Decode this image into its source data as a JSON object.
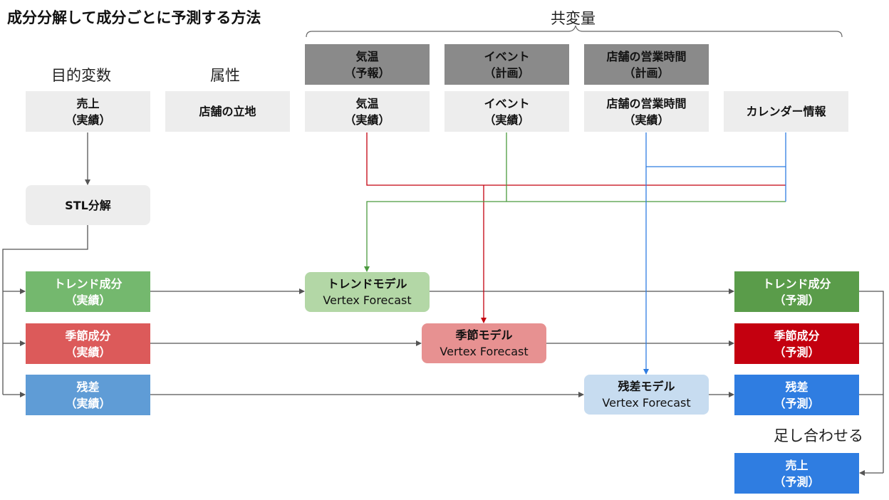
{
  "title": "成分分解して成分ごとに予測する方法",
  "headings": {
    "target": "目的変数",
    "attribute": "属性",
    "covariates": "共変量",
    "sum": "足し合わせる"
  },
  "future_covariates": {
    "temp": {
      "line1": "気温",
      "line2": "（予報）"
    },
    "event": {
      "line1": "イベント",
      "line2": "（計画）"
    },
    "hours": {
      "line1": "店舗の営業時間",
      "line2": "（計画）"
    }
  },
  "inputs": {
    "sales": {
      "line1": "売上",
      "line2": "（実績）"
    },
    "location": {
      "line1": "店舗の立地"
    },
    "temp": {
      "line1": "気温",
      "line2": "（実績）"
    },
    "event": {
      "line1": "イベント",
      "line2": "（実績）"
    },
    "hours": {
      "line1": "店舗の営業時間",
      "line2": "（実績）"
    },
    "calendar": {
      "line1": "カレンダー情報"
    }
  },
  "stl": {
    "label": "STL分解"
  },
  "components": {
    "trend": {
      "line1": "トレンド成分",
      "line2": "（実績）"
    },
    "seasonal": {
      "line1": "季節成分",
      "line2": "（実績）"
    },
    "residual": {
      "line1": "残差",
      "line2": "（実績）"
    }
  },
  "models": {
    "trend": {
      "name": "トレンドモデル",
      "engine": "Vertex Forecast"
    },
    "seasonal": {
      "name": "季節モデル",
      "engine": "Vertex Forecast"
    },
    "residual": {
      "name": "残差モデル",
      "engine": "Vertex Forecast"
    }
  },
  "predictions": {
    "trend": {
      "line1": "トレンド成分",
      "line2": "（予測）"
    },
    "seasonal": {
      "line1": "季節成分",
      "line2": "（予測）"
    },
    "residual": {
      "line1": "残差",
      "line2": "（予測）"
    },
    "sales": {
      "line1": "売上",
      "line2": "（予測）"
    }
  },
  "colors": {
    "trend": "#5a9c4a",
    "seasonal": "#c4000f",
    "residual": "#2f7de1",
    "connector": "#555555"
  }
}
